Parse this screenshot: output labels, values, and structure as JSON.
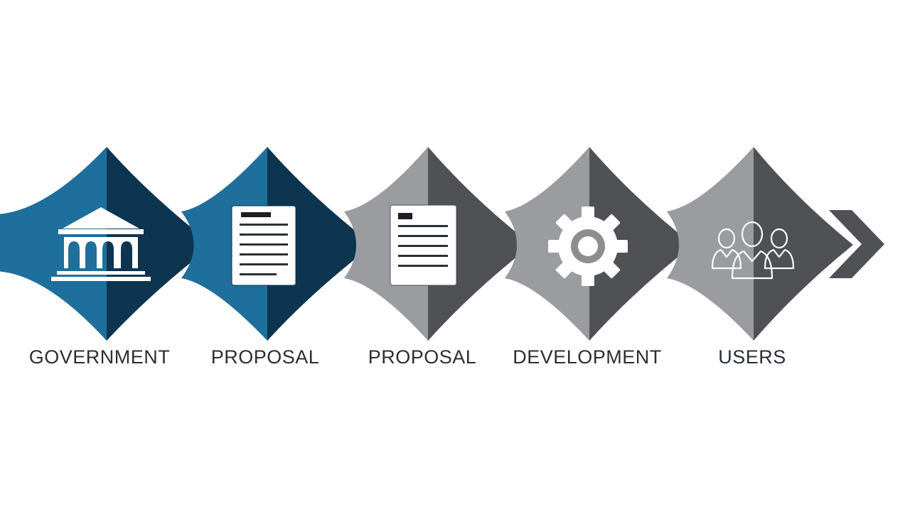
{
  "diagram": {
    "type": "process-flow",
    "steps": [
      {
        "label": "GOVERNMENT",
        "icon": "government-building-icon",
        "light_color": "#1f6f9c",
        "dark_color": "#0d3550"
      },
      {
        "label": "PROPOSAL",
        "icon": "document-icon",
        "light_color": "#1f6f9c",
        "dark_color": "#0d3550"
      },
      {
        "label": "PROPOSAL",
        "icon": "document-icon",
        "light_color": "#9a9c9f",
        "dark_color": "#4f5154"
      },
      {
        "label": "DEVELOPMENT",
        "icon": "gear-icon",
        "light_color": "#9a9c9f",
        "dark_color": "#4f5154"
      },
      {
        "label": "USERS",
        "icon": "users-group-icon",
        "light_color": "#9a9c9f",
        "dark_color": "#4f5154"
      }
    ],
    "end_arrow_color": "#4f5154"
  }
}
